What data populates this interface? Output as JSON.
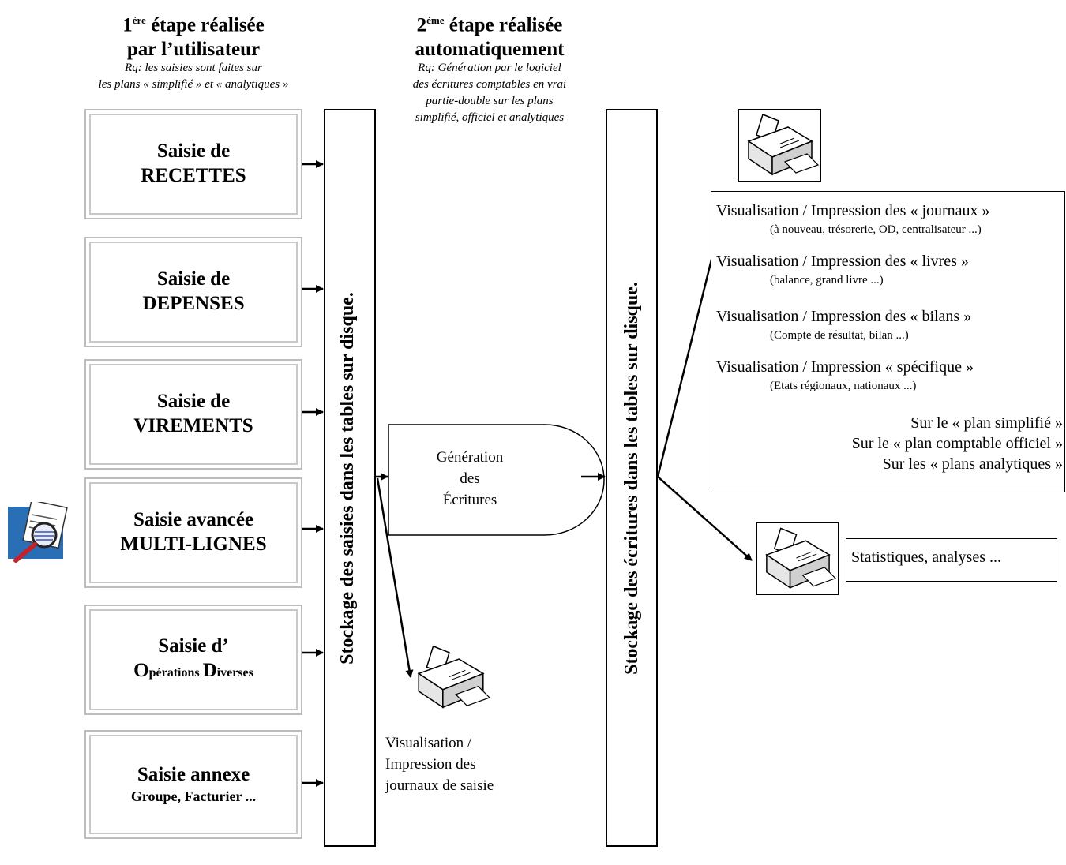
{
  "header": {
    "step1": {
      "ordinal": "1",
      "sup": "ère",
      "line1_rest": " étape réalisée",
      "line2": "par l’utilisateur",
      "note1": "Rq: les saisies sont faites sur",
      "note2": "les plans « simplifié » et  « analytiques »"
    },
    "step2": {
      "ordinal": "2",
      "sup": "ème",
      "line1_rest": " étape réalisée",
      "line2": "automatiquement",
      "note1": "Rq: Génération par le logiciel",
      "note2": "des écritures comptables en vrai",
      "note3": "partie-double sur les plans",
      "note4": "simplifié, officiel et analytiques"
    }
  },
  "boxes": [
    {
      "line1": "Saisie de",
      "line2": "RECETTES"
    },
    {
      "line1": "Saisie de",
      "line2": "DEPENSES"
    },
    {
      "line1": "Saisie de",
      "line2": "VIREMENTS"
    },
    {
      "line1": "Saisie avancée",
      "line2": "MULTI-LIGNES"
    },
    {
      "line1": "Saisie d’",
      "line2a": "O",
      "line2b": "pérations ",
      "line2c": "D",
      "line2d": "iverses"
    },
    {
      "line1": "Saisie annexe",
      "line2": "Groupe, Facturier ..."
    }
  ],
  "storage_inputs": "Stockage des saisies dans les tables sur disque.",
  "storage_entries": "Stockage des écritures dans les tables sur disque.",
  "generation": {
    "line1": "Génération",
    "line2": "des",
    "line3": "Écritures"
  },
  "journal_print": {
    "line1": "Visualisation /",
    "line2": "Impression des",
    "line3": "journaux de saisie"
  },
  "outputs": {
    "items": [
      {
        "title": "Visualisation / Impression des « journaux »",
        "sub": "(à nouveau, trésorerie, OD, centralisateur ...)"
      },
      {
        "title": "Visualisation / Impression des « livres »",
        "sub": "(balance, grand livre ...)"
      },
      {
        "title": "Visualisation / Impression des « bilans »",
        "sub": "(Compte de résultat, bilan ...)"
      },
      {
        "title": "Visualisation / Impression « spécifique »",
        "sub": "(Etats régionaux, nationaux  ...)"
      }
    ],
    "plans": [
      "Sur le « plan simplifié »",
      "Sur le « plan comptable officiel »",
      "Sur les « plans analytiques »"
    ]
  },
  "stats": "Statistiques, analyses ...",
  "icons": [
    "magnifier-document-icon",
    "printer-icon"
  ]
}
